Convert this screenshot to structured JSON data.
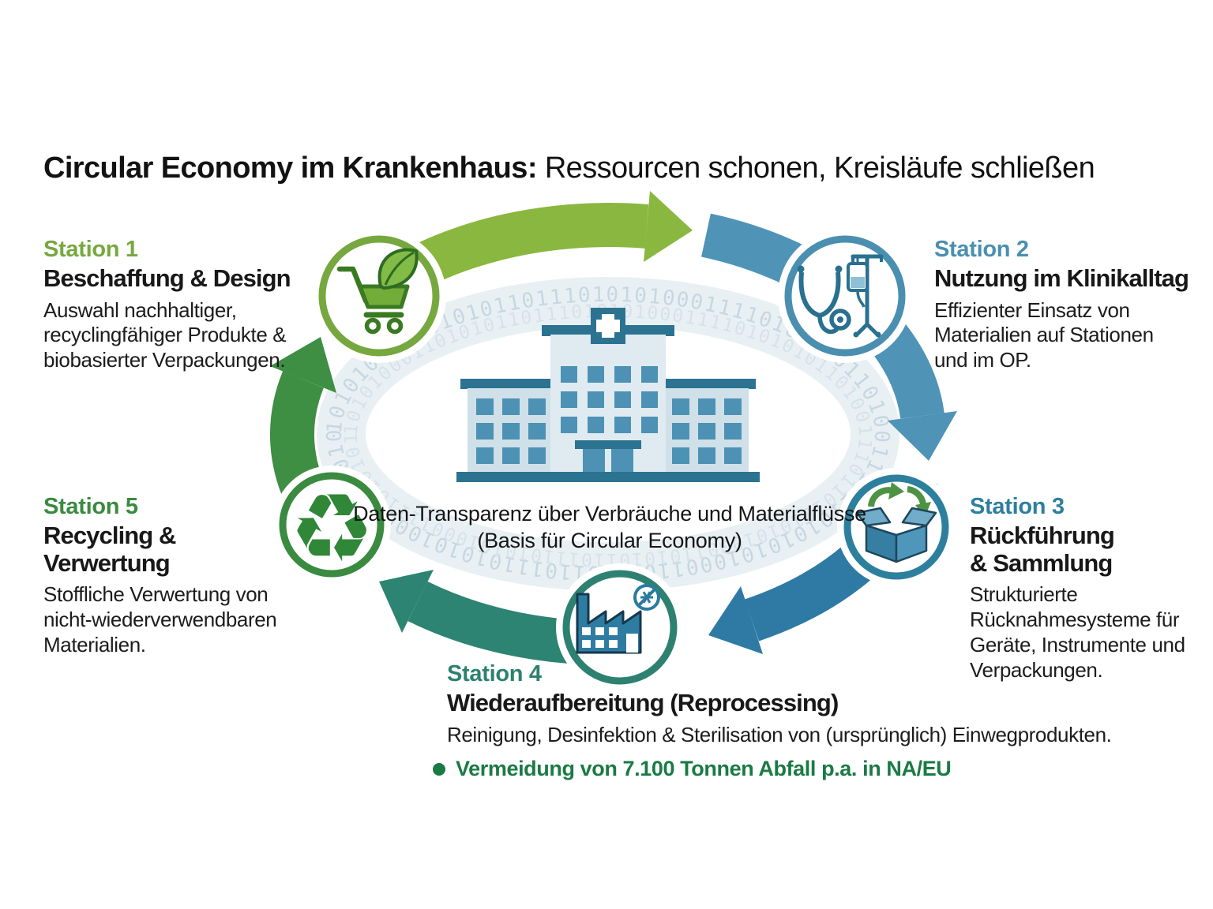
{
  "title": {
    "bold": "Circular Economy im Krankenhaus:",
    "regular": " Ressourcen schonen, Kreisläufe schließen"
  },
  "center": {
    "caption_line1": "Daten-Transparenz über Verbräuche und Materialflüsse",
    "caption_line2": "(Basis für Circular Economy)",
    "hospital_icon": "hospital-building-icon",
    "binary_stream": "10101000110101011011101010100011110101010110100111011010101010001101010110111010101000111101010101101001110110101010100011010101101110101010"
  },
  "stations": [
    {
      "label": "Station 1",
      "heading": "Beschaffung & Design",
      "body": "Auswahl nachhaltiger,\nrecyclingfähiger Produkte &\nbiobasierter Verpackungen.",
      "accent": "#76a83f",
      "icon": "cart-leaf-icon"
    },
    {
      "label": "Station 2",
      "heading": "Nutzung im Klinikalltag",
      "body": "Effizienter Einsatz von\nMaterialien auf Stationen\nund im OP.",
      "accent": "#4a8fb0",
      "icon": "stethoscope-iv-icon"
    },
    {
      "label": "Station 3",
      "heading": "Rückführung\n& Sammlung",
      "body": "Strukturierte\nRücknahmesysteme für\nGeräte, Instrumente und\nVerpackungen.",
      "accent": "#2d7f9e",
      "icon": "open-box-return-icon"
    },
    {
      "label": "Station 4",
      "heading": "Wiederaufbereitung (Reprocessing)",
      "body": "Reinigung, Desinfektion & Sterilisation von (ursprünglich) Einwegprodukten.",
      "bullet": "Vermeidung von 7.100 Tonnen Abfall p.a. in NA/EU",
      "bullet_color": "#1a7a44",
      "accent": "#2e8170",
      "icon": "reprocessing-factory-icon"
    },
    {
      "label": "Station 5",
      "heading": "Recycling &\nVerwertung",
      "body": "Stoffliche Verwertung von\nnicht-wiederverwendbaren\nMaterialien.",
      "accent": "#3a8a40",
      "icon": "recycling-arrows-icon"
    }
  ],
  "cycle_colors": {
    "s1_to_s2": "#8ab73f",
    "s2_to_s3": "#4f93b7",
    "s3_to_s4": "#2e7aa4",
    "s4_to_s5": "#2d8472",
    "s5_to_s1": "#3e8e44"
  }
}
